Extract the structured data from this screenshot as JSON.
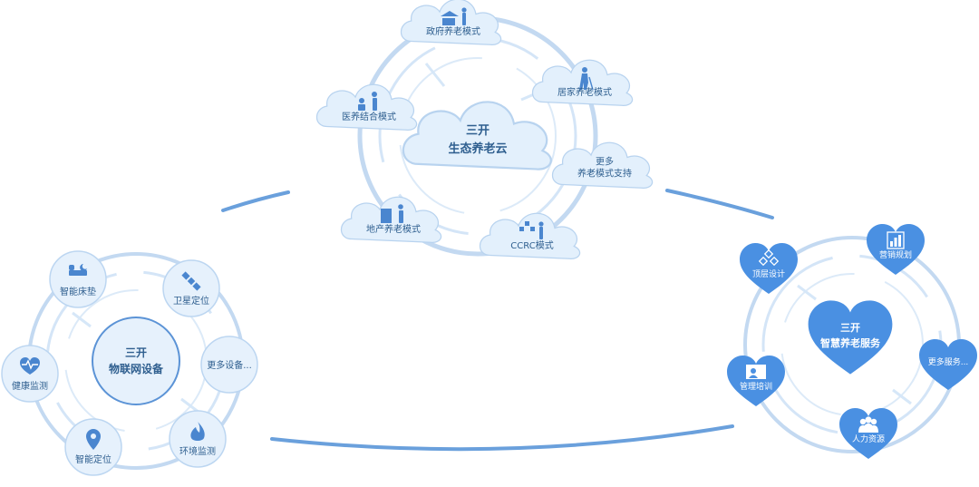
{
  "colors": {
    "ring": "#b9d4f0",
    "ring_strong": "#5b93d6",
    "cloud_fill": "#e3f0fc",
    "cloud_stroke": "#b8d3ef",
    "heart_fill": "#4a90e2",
    "circle_fill": "#e6f1fc",
    "text_dark": "#2f5f8f",
    "text_white": "#ffffff"
  },
  "top_cluster": {
    "center": {
      "line1": "三开",
      "line2": "生态养老云"
    },
    "nodes": [
      {
        "label": "政府养老模式",
        "icon": "government-elder-icon"
      },
      {
        "label": "居家养老模式",
        "icon": "elder-walking-icon"
      },
      {
        "label": "更多\n养老模式支持",
        "icon": ""
      },
      {
        "label": "CCRC模式",
        "icon": "ccrc-elder-icon"
      },
      {
        "label": "地产养老模式",
        "icon": "building-elder-icon"
      },
      {
        "label": "医养结合模式",
        "icon": "medical-elder-icon"
      }
    ]
  },
  "left_cluster": {
    "center": {
      "line1": "三开",
      "line2": "物联网设备"
    },
    "nodes": [
      {
        "label": "智能床垫",
        "icon": "bed-icon"
      },
      {
        "label": "卫星定位",
        "icon": "satellite-icon"
      },
      {
        "label": "更多设备...",
        "icon": ""
      },
      {
        "label": "环境监测",
        "icon": "flame-icon"
      },
      {
        "label": "智能定位",
        "icon": "location-pin-icon"
      },
      {
        "label": "健康监测",
        "icon": "heart-pulse-icon"
      }
    ]
  },
  "right_cluster": {
    "center": {
      "line1": "三开",
      "line2": "智慧养老服务"
    },
    "nodes": [
      {
        "label": "营销规划",
        "icon": "bar-chart-icon"
      },
      {
        "label": "更多服务...",
        "icon": ""
      },
      {
        "label": "人力资源",
        "icon": "people-icon"
      },
      {
        "label": "管理培训",
        "icon": "training-screen-icon"
      },
      {
        "label": "顶层设计",
        "icon": "blocks-icon"
      }
    ]
  }
}
